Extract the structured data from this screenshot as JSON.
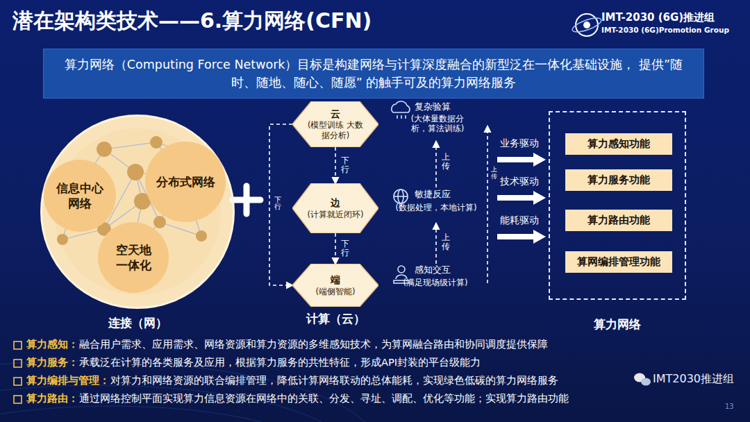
{
  "diagram": {
    "title": "潜在架构类技术——6.算力网络(CFN)",
    "nodes": [
      {
        "text": [
          "算力网络（Computing Force Network）目标是构建网络与计算深度融合的新型泛在一体化基础设施， 提供”随时、随地、随心、随愿” 的触手可及的算力网络服务"
        ]
      },
      {
        "text": [
          "连接（网）"
        ]
      },
      {
        "text": [
          "信息中心网络"
        ],
        "in": 1
      },
      {
        "text": [
          "分布式网络"
        ],
        "in": 1
      },
      {
        "text": [
          "空天地一体化"
        ],
        "in": 1
      },
      {
        "text": [
          "云",
          "(模型训练 大数据分析)"
        ]
      },
      {
        "text": [
          "边",
          "(计算就近闭环)"
        ]
      },
      {
        "text": [
          "端",
          "(端侧智能)"
        ]
      },
      {
        "text": [
          "算力网络"
        ]
      },
      {
        "text": [
          "算力感知功能"
        ],
        "in": 8
      },
      {
        "text": [
          "算力服务功能"
        ],
        "in": 8
      },
      {
        "text": [
          "算力路由功能"
        ],
        "in": 8
      },
      {
        "text": [
          "算网编排管理功能"
        ],
        "in": 8
      }
    ],
    "edges": [
      {
        "from": 5,
        "to": 6,
        "label": "下行",
        "arrow": "to"
      },
      {
        "from": 6,
        "to": 7,
        "label": "下行",
        "arrow": "to"
      },
      {
        "from": 5,
        "to": 7,
        "label": "下行",
        "arrow": "to"
      }
    ],
    "labels": [
      "IMT-2030 (6G)推进组",
      "IMT-2030 (6G)Promotion Group",
      "复杂验算",
      "(大体量数据分 析，算法训练)",
      "上传",
      "敏捷反应",
      "(数据处理，本地计算)",
      "上传",
      "感知交互",
      "(满足现场级计算)",
      "上传",
      "业务驱动",
      "技术驱动",
      "能耗驱动",
      "计算（云）",
      "算力感知：",
      "融合用户需求、应用需求、网络资源和算力资源的多维感知技术，为算网融合路由和协同调度提供保障",
      "算力服务：",
      "承载泛在计算的各类服务及应用，根据算力服务的共性特征，形成API封装的平台级能力",
      "算力编排与管理：",
      "对算力和网络资源的联合编排管理，降低计算网络联动的总体能耗，实现绿色低碳的算力网络服务",
      "算力路由：",
      "通过网络控制平面实现算力信息资源在网络中的关联、分发、寻址、调配、优化等功能；实现算力路由功能",
      "IMT2030推进组",
      "13"
    ]
  }
}
